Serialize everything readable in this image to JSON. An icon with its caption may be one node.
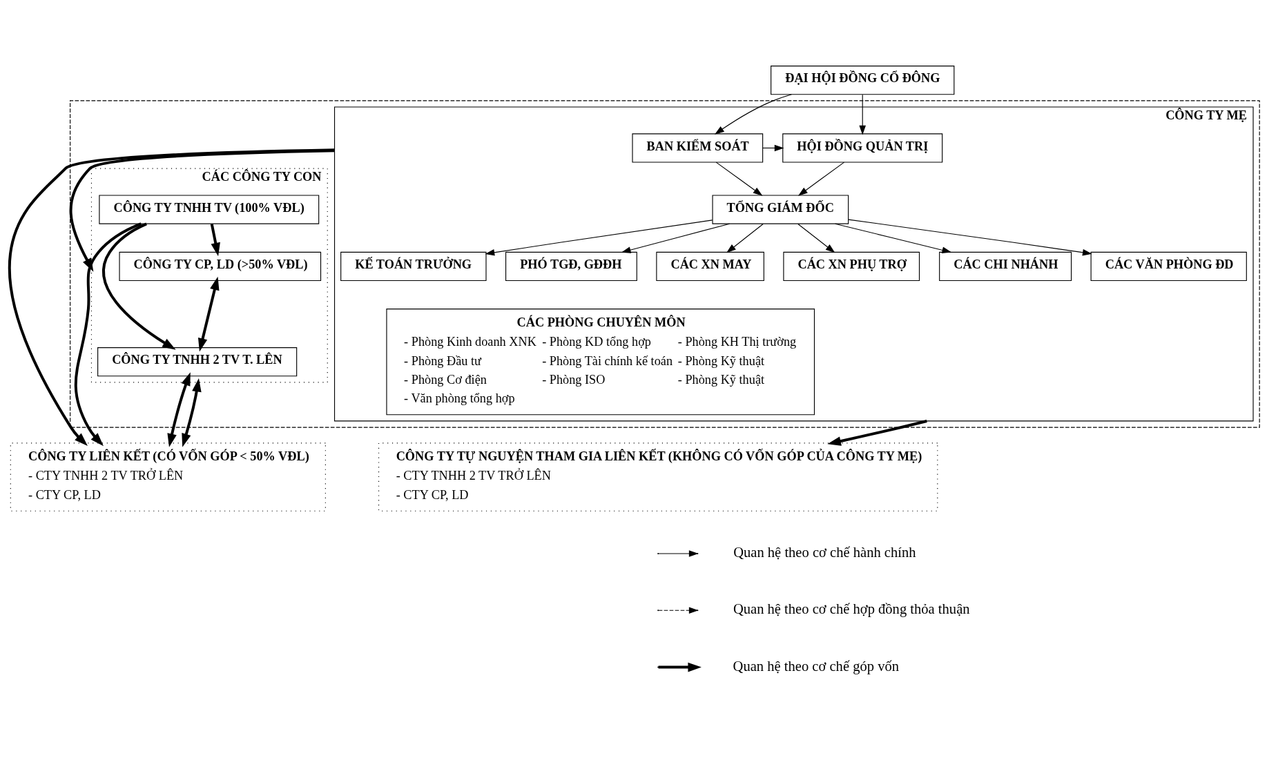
{
  "diagram": {
    "nodes": [
      {
        "text": [
          "ĐẠI HỘI ĐỒNG CỔ ĐÔNG"
        ]
      },
      {
        "text": [],
        "shape": "box"
      },
      {
        "text": [
          "CÔNG TY MẸ"
        ],
        "in": 1
      },
      {
        "text": [
          "BAN KIỂM SOÁT"
        ],
        "in": 2
      },
      {
        "text": [
          "HỘI ĐỒNG QUẢN TRỊ"
        ],
        "in": 2
      },
      {
        "text": [
          "TỔNG GIÁM ĐỐC"
        ],
        "in": 2
      },
      {
        "text": [
          "KẾ TOÁN TRƯỞNG"
        ],
        "in": 2
      },
      {
        "text": [
          "PHÓ TGĐ, GĐĐH"
        ],
        "in": 2
      },
      {
        "text": [
          "CÁC XN MAY"
        ],
        "in": 2
      },
      {
        "text": [
          "CÁC XN PHỤ TRỢ"
        ],
        "in": 2
      },
      {
        "text": [
          "CÁC CHI NHÁNH"
        ],
        "in": 2
      },
      {
        "text": [
          "CÁC VĂN PHÒNG ĐD"
        ],
        "in": 2
      },
      {
        "text": [
          "CÁC PHÒNG CHUYÊN MÔN",
          "- Phòng Kinh doanh XNK",
          "- Phòng KD tổng hợp",
          "- Phòng KH Thị trường",
          "- Phòng Đầu tư",
          "- Phòng Tài chính kế toán",
          "- Phòng Kỹ thuật",
          "- Phòng Cơ điện",
          "- Phòng ISO",
          "- Phòng Kỹ thuật",
          "- Văn phòng tổng hợp"
        ],
        "in": 2
      },
      {
        "text": [
          "CÁC CÔNG TY CON"
        ],
        "in": 1
      },
      {
        "text": [
          "CÔNG TY TNHH 2 TV T. LÊN"
        ],
        "in": 13
      },
      {
        "text": [
          "CÔNG TY TNHH TV (100% VĐL)"
        ],
        "in": 13
      },
      {
        "text": [
          "CÔNG TY CP, LD (>50% VĐL)"
        ],
        "in": 13
      },
      {
        "text": [
          "CÔNG TY TỰ NGUYỆN THAM GIA LIÊN KẾT (KHÔNG CÓ VỐN GÓP CỦA CÔNG TY MẸ)",
          "- CTY TNHH 2 TV TRỞ LÊN",
          "- CTY CP, LD"
        ]
      },
      {
        "text": [
          "CÔNG TY LIÊN KẾT (CÓ VỐN GÓP < 50% VĐL)",
          "- CTY TNHH 2 TV TRỞ LÊN",
          "- CTY CP, LD"
        ]
      }
    ],
    "edges": [
      {
        "from": 0,
        "to": 3,
        "arrow": "to"
      },
      {
        "from": 0,
        "to": 4,
        "arrow": "to"
      },
      {
        "from": 3,
        "to": 4,
        "arrow": "to"
      },
      {
        "from": 4,
        "to": 5,
        "arrow": "to"
      },
      {
        "from": 3,
        "to": 5,
        "arrow": "to"
      },
      {
        "from": 5,
        "to": 6,
        "arrow": "to"
      },
      {
        "from": 5,
        "to": 7,
        "arrow": "to"
      },
      {
        "from": 5,
        "to": 8,
        "arrow": "to"
      },
      {
        "from": 5,
        "to": 9,
        "arrow": "to"
      },
      {
        "from": 5,
        "to": 10,
        "arrow": "to"
      },
      {
        "from": 5,
        "to": 11,
        "arrow": "to"
      },
      {
        "from": 2,
        "to": 13,
        "arrow": "to",
        "style": "thick"
      },
      {
        "from": 15,
        "to": 14,
        "arrow": "to",
        "style": "thick"
      },
      {
        "from": 15,
        "to": 16,
        "arrow": "to",
        "style": "thick"
      },
      {
        "from": 16,
        "to": 14,
        "arrow": "both",
        "style": "thick"
      },
      {
        "from": 2,
        "to": 17,
        "arrow": "to",
        "style": "thick"
      },
      {
        "from": 2,
        "to": 18,
        "arrow": "to",
        "style": "thick"
      },
      {
        "from": 14,
        "to": 18,
        "arrow": "both",
        "style": "thick"
      },
      {
        "from": 15,
        "to": 18,
        "arrow": "to",
        "style": "thick"
      },
      {
        "from": 13,
        "to": 18,
        "arrow": "both",
        "style": "thick"
      }
    ],
    "legend": [
      {
        "text": "Quan hệ theo cơ chế hành chính"
      },
      {
        "text": "Quan hệ theo cơ chế hợp đồng thỏa thuận"
      },
      {
        "text": "Quan hệ theo cơ chế góp vốn"
      }
    ]
  }
}
